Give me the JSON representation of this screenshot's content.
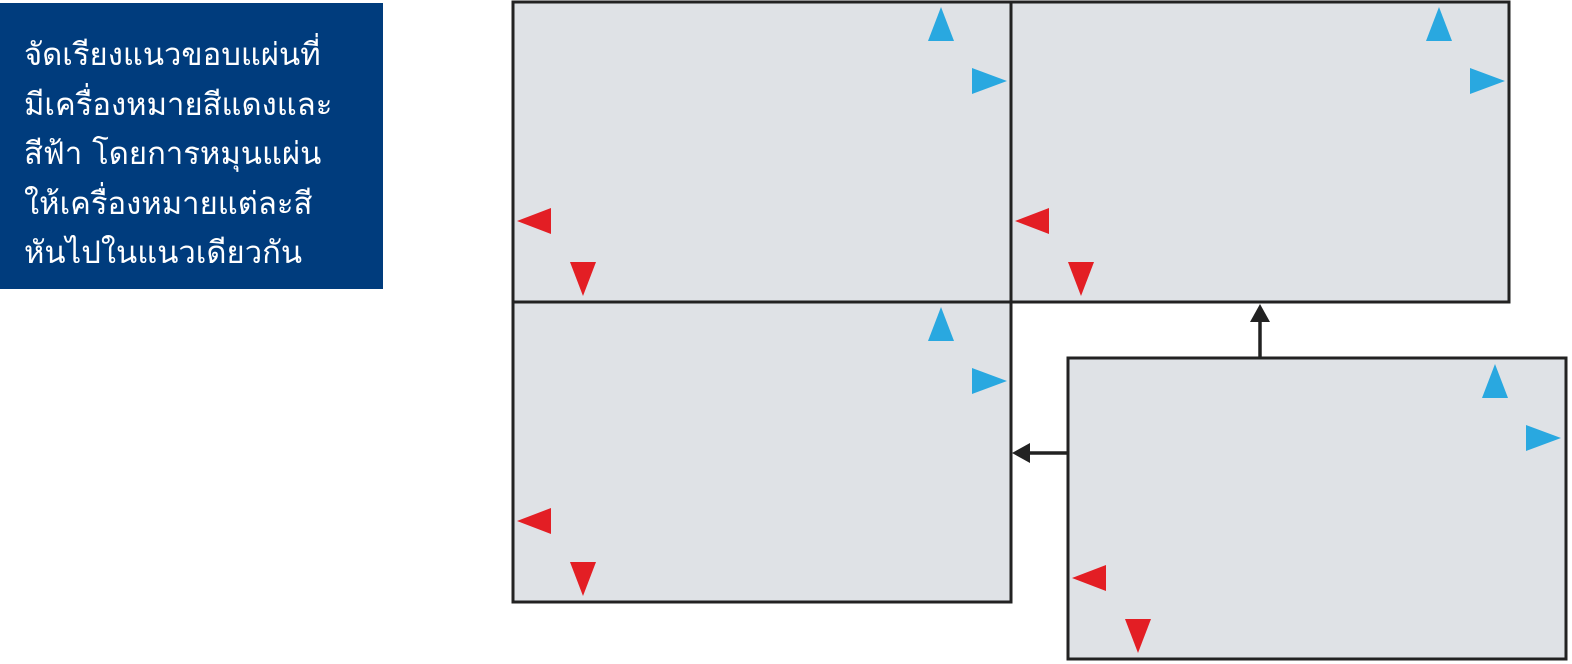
{
  "instruction": {
    "lines": [
      "จัดเรียงแนวขอบแผ่นที่",
      "มีเครื่องหมายสีแดงและ",
      "สีฟ้า โดยการหมุนแผ่น",
      "ให้เครื่องหมายแต่ละสี",
      "หันไปในแนวเดียวกัน"
    ]
  },
  "colors": {
    "instruction_background": "#003c7d",
    "instruction_text": "#ffffff",
    "panel_fill": "#dfe2e6",
    "panel_border": "#222222",
    "blue_marker": "#29a8e0",
    "red_marker": "#e31e24",
    "arrow": "#222222"
  },
  "panels": [
    {
      "name": "panel-top-left",
      "markers": [
        "blue-up",
        "blue-right",
        "red-left",
        "red-down"
      ]
    },
    {
      "name": "panel-top-right",
      "markers": [
        "blue-up",
        "blue-right",
        "red-left",
        "red-down"
      ]
    },
    {
      "name": "panel-bottom-left",
      "markers": [
        "blue-up",
        "blue-right",
        "red-left",
        "red-down"
      ]
    },
    {
      "name": "panel-moving",
      "markers": [
        "blue-up",
        "blue-right",
        "red-left",
        "red-down"
      ]
    }
  ],
  "arrows": [
    {
      "name": "arrow-up-to-top-right-panel",
      "direction": "up"
    },
    {
      "name": "arrow-left-to-bottom-left-panel",
      "direction": "left"
    }
  ]
}
